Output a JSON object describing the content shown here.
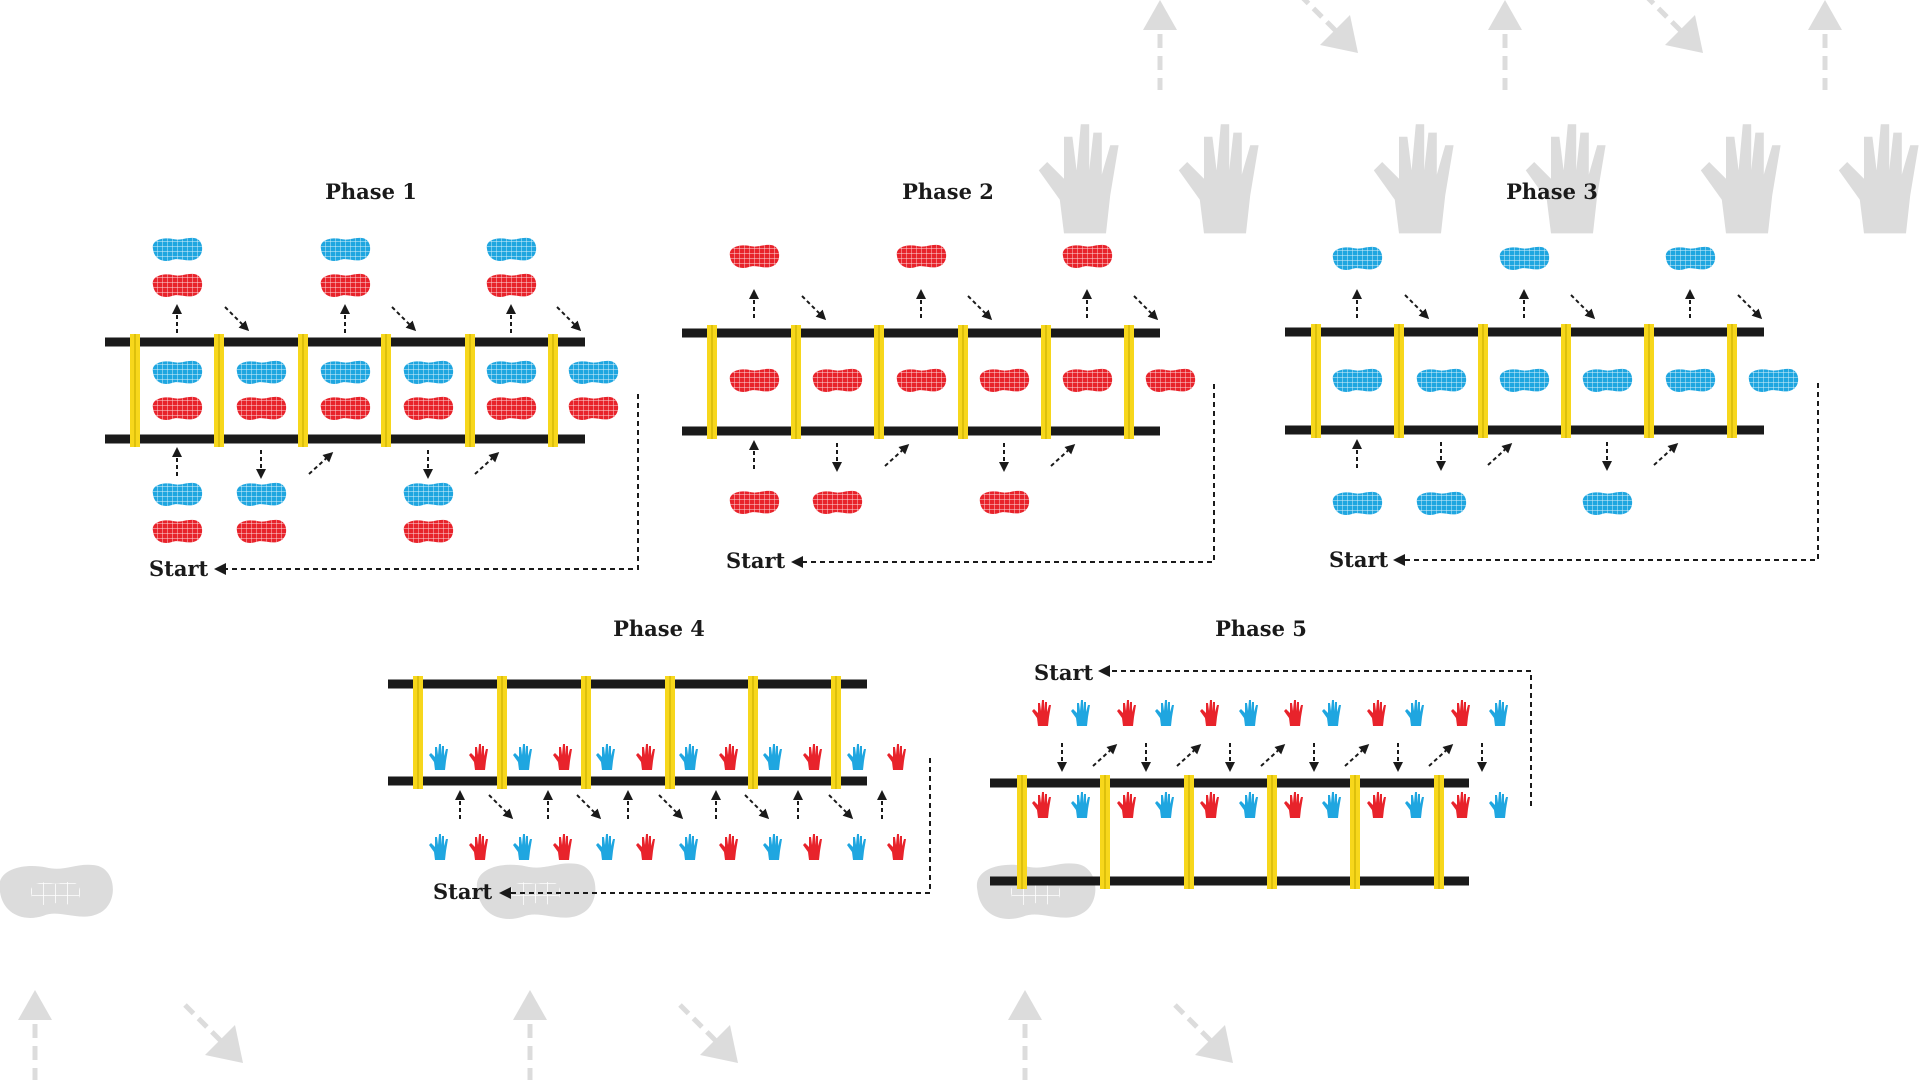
{
  "colors": {
    "background": "#ffffff",
    "rail": "#1a1a1a",
    "rung": "#f7d71c",
    "rung_edge": "#c9ad00",
    "red_step": "#e8232b",
    "blue_step": "#1fa6e0",
    "arrow": "#1a1a1a",
    "watermark": "#dcdcdc"
  },
  "phases": [
    {
      "title": "Phase 1",
      "start_label": "Start",
      "marker": "footprint",
      "pattern": "red-and-blue"
    },
    {
      "title": "Phase 2",
      "start_label": "Start",
      "marker": "footprint",
      "pattern": "red-only"
    },
    {
      "title": "Phase 3",
      "start_label": "Start",
      "marker": "footprint",
      "pattern": "blue-only"
    },
    {
      "title": "Phase 4",
      "start_label": "Start",
      "marker": "hand",
      "pattern": "hands-in-and-below"
    },
    {
      "title": "Phase 5",
      "start_label": "Start",
      "marker": "hand",
      "pattern": "hands-above-and-in"
    }
  ],
  "icons": [
    "footprint-icon",
    "hand-icon",
    "arrow-up-icon",
    "arrow-diagonal-icon",
    "dashed-return-arrow-icon"
  ]
}
